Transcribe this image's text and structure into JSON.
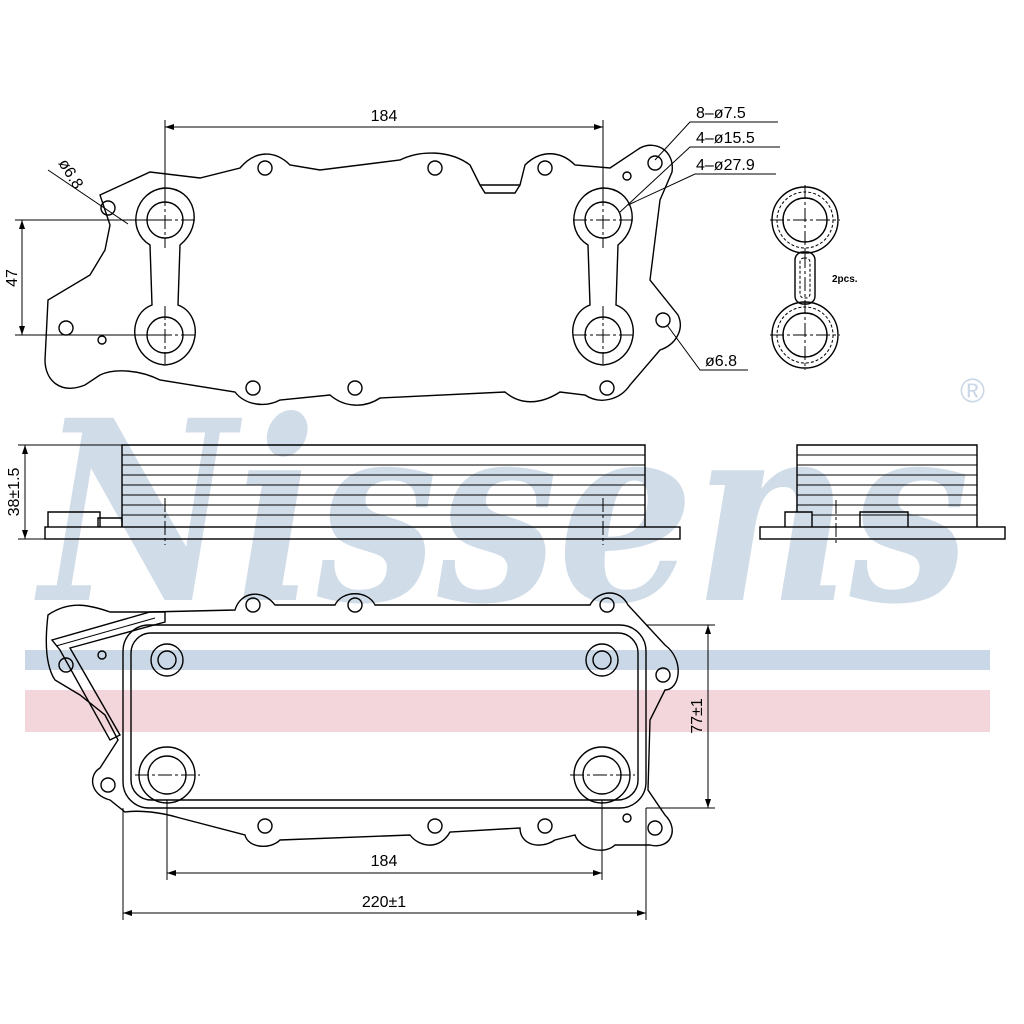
{
  "watermark": {
    "brand": "Nissens",
    "registered": "®",
    "colors": {
      "blue": "#c9d7e6",
      "red": "#f3d6dc"
    }
  },
  "top_view": {
    "dim_width": "184",
    "dim_height": "47",
    "dia_left": "ø6.8",
    "dia_right": "ø6.8",
    "callouts": [
      "8–ø7.5",
      "4–ø15.5",
      "4–ø27.9"
    ]
  },
  "gasket": {
    "qty_label": "2pcs."
  },
  "side_view": {
    "dim_height": "38±1.5"
  },
  "bottom_view": {
    "dim_inner": "184",
    "dim_overall": "220±1",
    "dim_height": "77±1"
  }
}
